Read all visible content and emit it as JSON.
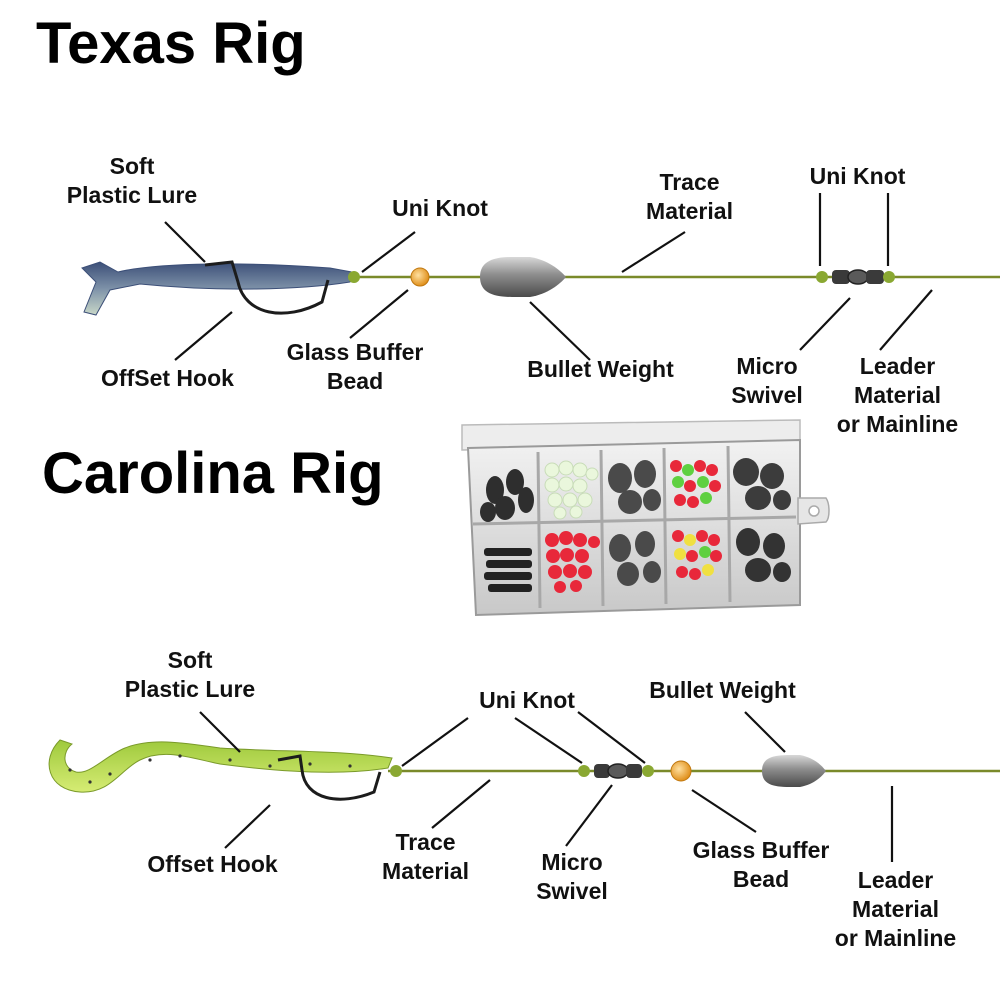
{
  "texas": {
    "title": "Texas Rig",
    "labels": {
      "soft_lure": [
        "Soft",
        "Plastic Lure"
      ],
      "offset_hook": [
        "OffSet Hook"
      ],
      "uni_knot_1": [
        "Uni Knot"
      ],
      "glass_bead": [
        "Glass Buffer",
        "Bead"
      ],
      "bullet_weight": [
        "Bullet Weight"
      ],
      "trace_material": [
        "Trace",
        "Material"
      ],
      "uni_knot_2": [
        "Uni Knot"
      ],
      "micro_swivel": [
        "Micro",
        "Swivel"
      ],
      "leader": [
        "Leader",
        "Material",
        "or Mainline"
      ]
    }
  },
  "carolina": {
    "title": "Carolina Rig",
    "labels": {
      "soft_lure": [
        "Soft",
        "Plastic Lure"
      ],
      "offset_hook": [
        "Offset Hook"
      ],
      "uni_knot": [
        "Uni Knot"
      ],
      "trace_material": [
        "Trace",
        "Material"
      ],
      "micro_swivel": [
        "Micro",
        "Swivel"
      ],
      "bullet_weight": [
        "Bullet Weight"
      ],
      "glass_bead": [
        "Glass Buffer",
        "Bead"
      ],
      "leader": [
        "Leader",
        "Material",
        "or Mainline"
      ]
    }
  },
  "colors": {
    "line": "#7a8a2a",
    "knot": "#8aa832",
    "bead": "#f0a030",
    "weight": "#6e6e6e",
    "texas_lure": "#5a6f8a",
    "carolina_lure": "#b8d84a",
    "box_red": "#e8283a",
    "box_green": "#5fd040",
    "box_yellow": "#f0e040",
    "box_glow": "#e8f6d8"
  }
}
